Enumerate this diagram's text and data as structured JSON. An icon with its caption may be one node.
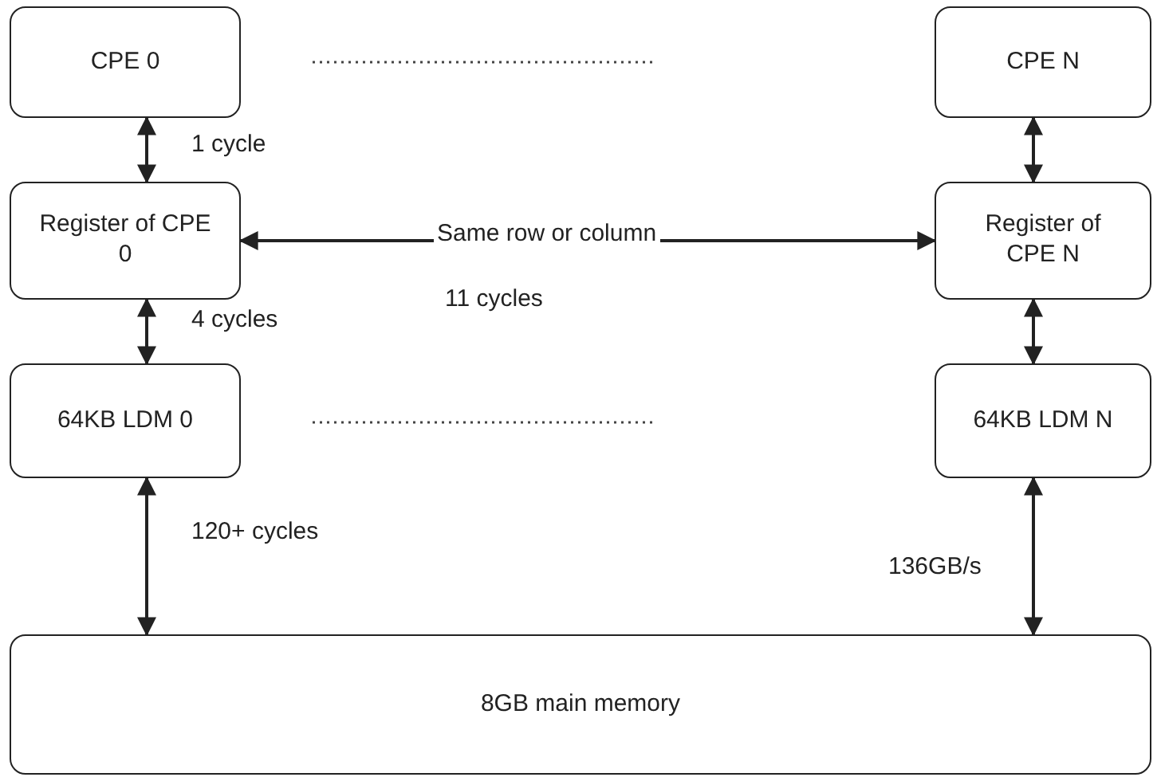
{
  "diagram": {
    "nodes": [
      {
        "text": [
          "CPE 0"
        ]
      },
      {
        "text": [
          "CPE N"
        ]
      },
      {
        "text": [
          "Register of CPE 0"
        ]
      },
      {
        "text": [
          "Register of CPE N"
        ]
      },
      {
        "text": [
          "64KB LDM 0"
        ]
      },
      {
        "text": [
          "64KB LDM N"
        ]
      },
      {
        "text": [
          "8GB main memory"
        ]
      }
    ],
    "edges": [
      {
        "from": 0,
        "to": 2,
        "arrow": "both",
        "label": "1 cycle"
      },
      {
        "from": 2,
        "to": 3,
        "arrow": "both",
        "label": "Same row or column"
      },
      {
        "from": 2,
        "to": 4,
        "arrow": "both",
        "label": "4 cycles"
      },
      {
        "from": 4,
        "to": 6,
        "arrow": "both",
        "label": "120+ cycles"
      },
      {
        "from": 1,
        "to": 3,
        "arrow": "both"
      },
      {
        "from": 3,
        "to": 5,
        "arrow": "both"
      },
      {
        "from": 5,
        "to": 6,
        "arrow": "both",
        "label": "136GB/s"
      }
    ],
    "labels": [
      "11 cycles"
    ]
  }
}
